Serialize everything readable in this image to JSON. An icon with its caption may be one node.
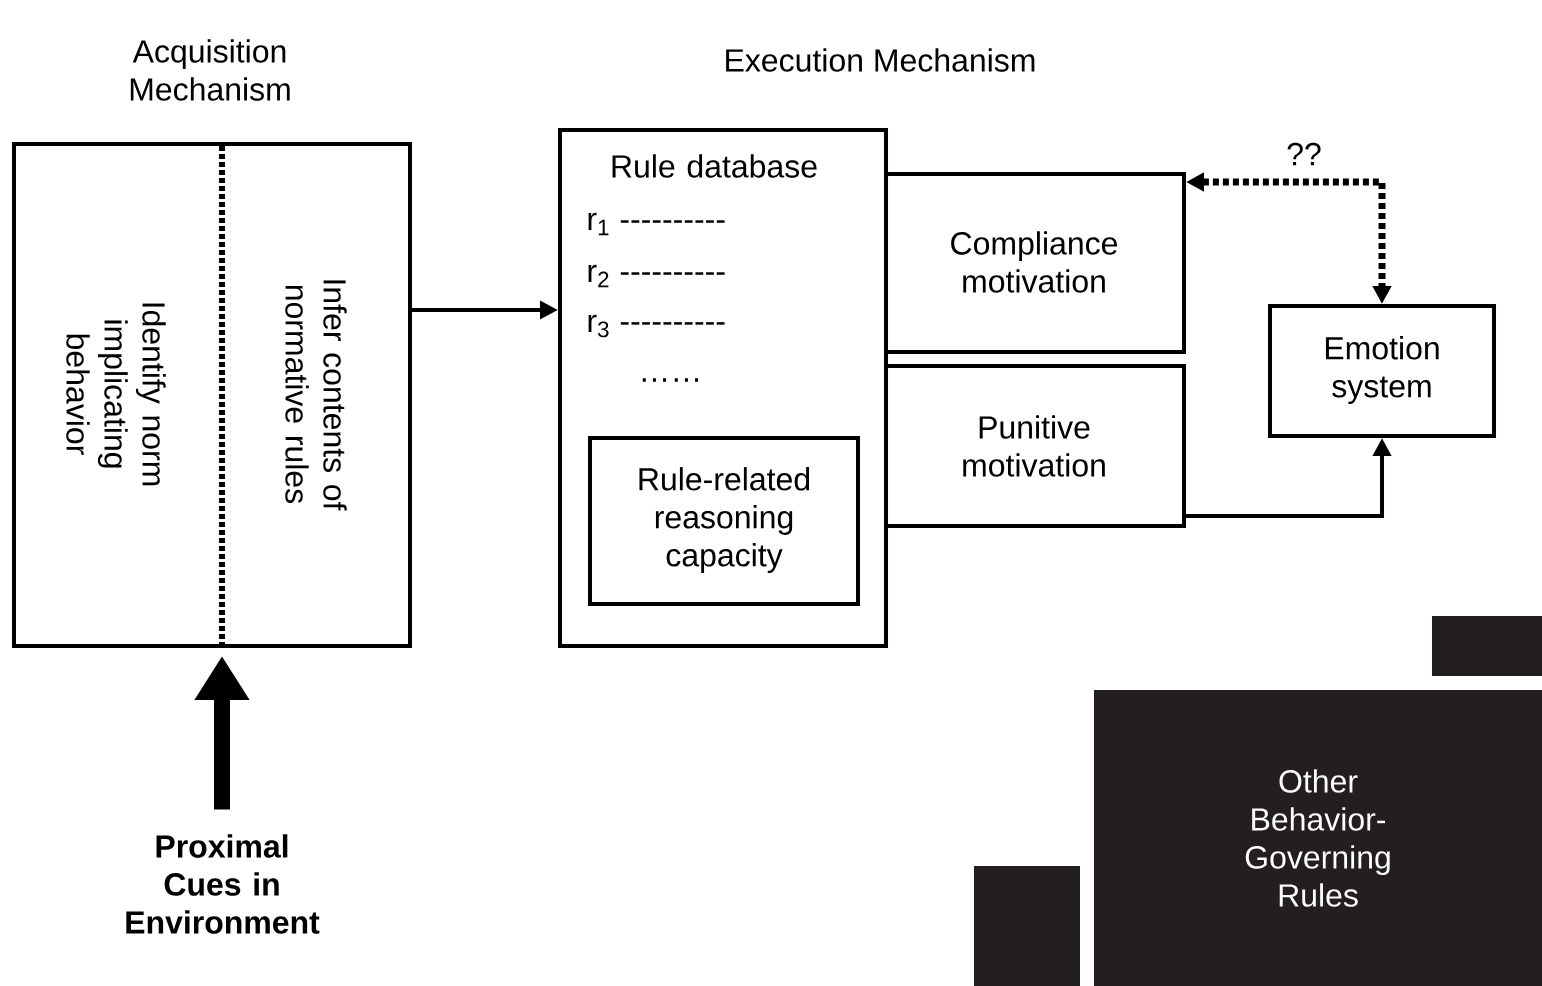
{
  "diagram": {
    "nodes": [
      {
        "text": [
          "Acquisition Mechanism"
        ]
      },
      {
        "text": [
          "Identify norm implicating behavior"
        ],
        "in": 0
      },
      {
        "text": [
          "Infer contents of normative rules"
        ],
        "in": 0
      },
      {
        "text": [
          "Rule database",
          "r$_{1}$ ----------",
          "r$_{2}$ ----------",
          "r$_{3}$ ----------",
          "……"
        ]
      },
      {
        "text": [
          "Rule-related reasoning capacity"
        ],
        "in": 3
      },
      {
        "text": [
          "Compliance motivation"
        ]
      },
      {
        "text": [
          "Punitive motivation"
        ]
      },
      {
        "text": [
          "Emotion system"
        ]
      },
      {
        "text": [
          "Proximal Cues in Environment"
        ]
      },
      {
        "text": [],
        "shape": "box"
      },
      {
        "text": [
          "Other Behavior-Governing Rules"
        ]
      },
      {
        "text": [],
        "shape": "box"
      }
    ],
    "edges": [
      {
        "from": 0,
        "to": 3,
        "arrow": "to"
      },
      {
        "from": 8,
        "to": 0,
        "arrow": "to",
        "style": "thick"
      },
      {
        "from": 5,
        "to": 7,
        "arrow": "both",
        "style": "dashed",
        "label": "??"
      },
      {
        "from": 6,
        "to": 7,
        "arrow": "to"
      }
    ],
    "labels": [
      "Execution Mechanism"
    ]
  }
}
